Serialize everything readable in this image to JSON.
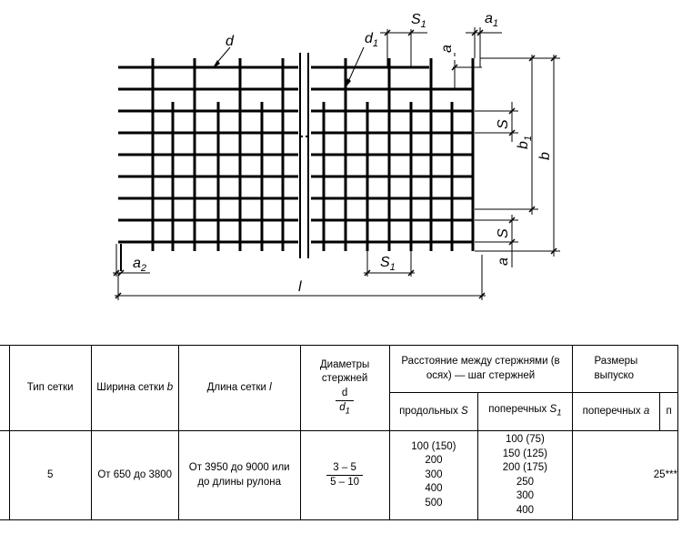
{
  "drawing": {
    "labels": {
      "d": "d",
      "d1": "d",
      "d1_sub": "1",
      "s1_top": "S",
      "s1_top_sub": "1",
      "a1": "a",
      "a1_sub": "1",
      "a_top": "a",
      "s_right_top": "S",
      "b1": "b",
      "b1_sub": "1",
      "b": "b",
      "s_right_bottom": "S",
      "a_bottom": "a",
      "a2": "a",
      "a2_sub": "2",
      "s1_bottom": "S",
      "s1_bottom_sub": "1",
      "l": "l"
    }
  },
  "table": {
    "headers": {
      "mesh_type": "Тип сетки",
      "width": "Ширина сетки",
      "width_sym": "b",
      "length": "Длина сетки",
      "length_sym": "l",
      "diameters": "Диаметры стержней",
      "diam_num": "d",
      "diam_den": "d",
      "diam_den_sub": "1",
      "spacing": "Расстояние между стержнями (в осях) — шаг стержней",
      "longitudinal": "продольных",
      "longitudinal_sym": "S",
      "transverse": "поперечных",
      "transverse_sym": "S",
      "transverse_sub": "1",
      "outlets": "Размеры выпуско",
      "outlet_transverse": "поперечных",
      "outlet_transverse_sym": "a",
      "outlet_cut": "п"
    },
    "row": {
      "mesh_type": "5",
      "width": "От 650 до 3800",
      "length": "От 3950 до 9000 или до длины рулона",
      "diam_num": "3 – 5",
      "diam_den": "5 – 10",
      "longitudinal": "100 (150)\n200\n300\n400\n500",
      "transverse": "100 (75)\n150 (125)\n200 (175)\n250\n300\n400",
      "outlet": "25***"
    }
  }
}
